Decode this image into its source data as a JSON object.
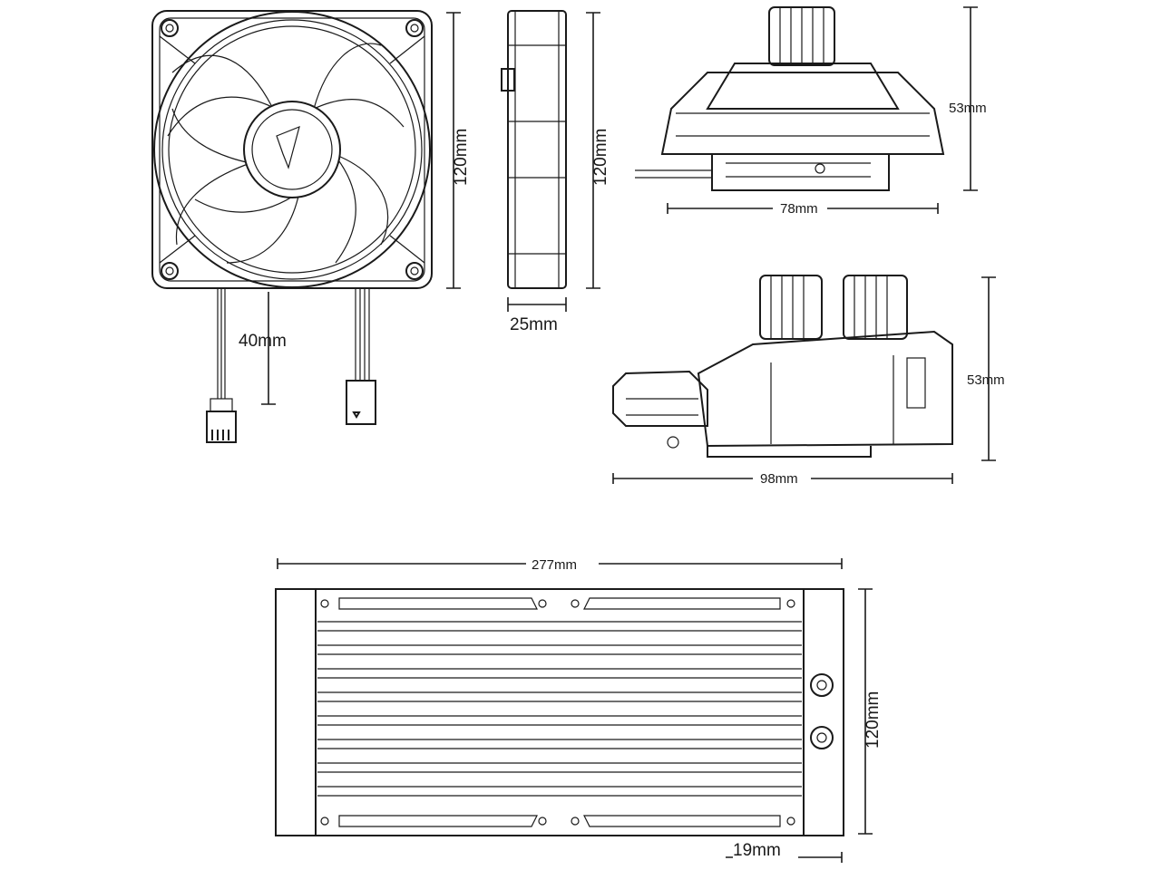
{
  "colors": {
    "line": "#1a1a1a",
    "background": "#ffffff"
  },
  "dimensions": {
    "fan_height": "120mm",
    "fan_side_height": "120mm",
    "fan_thickness": "25mm",
    "fan_cable": "40mm",
    "pump_height": "53mm",
    "pump_width": "78mm",
    "pump_side_height": "53mm",
    "pump_side_length": "98mm",
    "radiator_length": "277mm",
    "radiator_height": "120mm",
    "radiator_thickness": "19mm"
  },
  "icons": [
    "fan-logo-icon"
  ]
}
